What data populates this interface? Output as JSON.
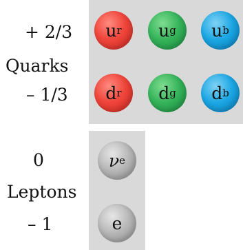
{
  "quarks": {
    "charge_up": "+ 2/3",
    "group_label": "Quarks",
    "charge_down": "– 1/3",
    "up_row": [
      {
        "base": "u",
        "sub": "r",
        "color": "#e8433a"
      },
      {
        "base": "u",
        "sub": "g",
        "color": "#33b35b"
      },
      {
        "base": "u",
        "sub": "b",
        "color": "#1aa3e0"
      }
    ],
    "down_row": [
      {
        "base": "d",
        "sub": "r",
        "color": "#e8433a"
      },
      {
        "base": "d",
        "sub": "g",
        "color": "#33b35b"
      },
      {
        "base": "d",
        "sub": "b",
        "color": "#1aa3e0"
      }
    ]
  },
  "leptons": {
    "charge_neutrino": "0",
    "group_label": "Leptons",
    "charge_electron": "– 1",
    "neutrino": {
      "base": "ν",
      "sub": "e",
      "color": "#b3b3b3"
    },
    "electron": {
      "base": "e",
      "color": "#b3b3b3"
    }
  },
  "colors": {
    "panel": "#d9d9da"
  }
}
